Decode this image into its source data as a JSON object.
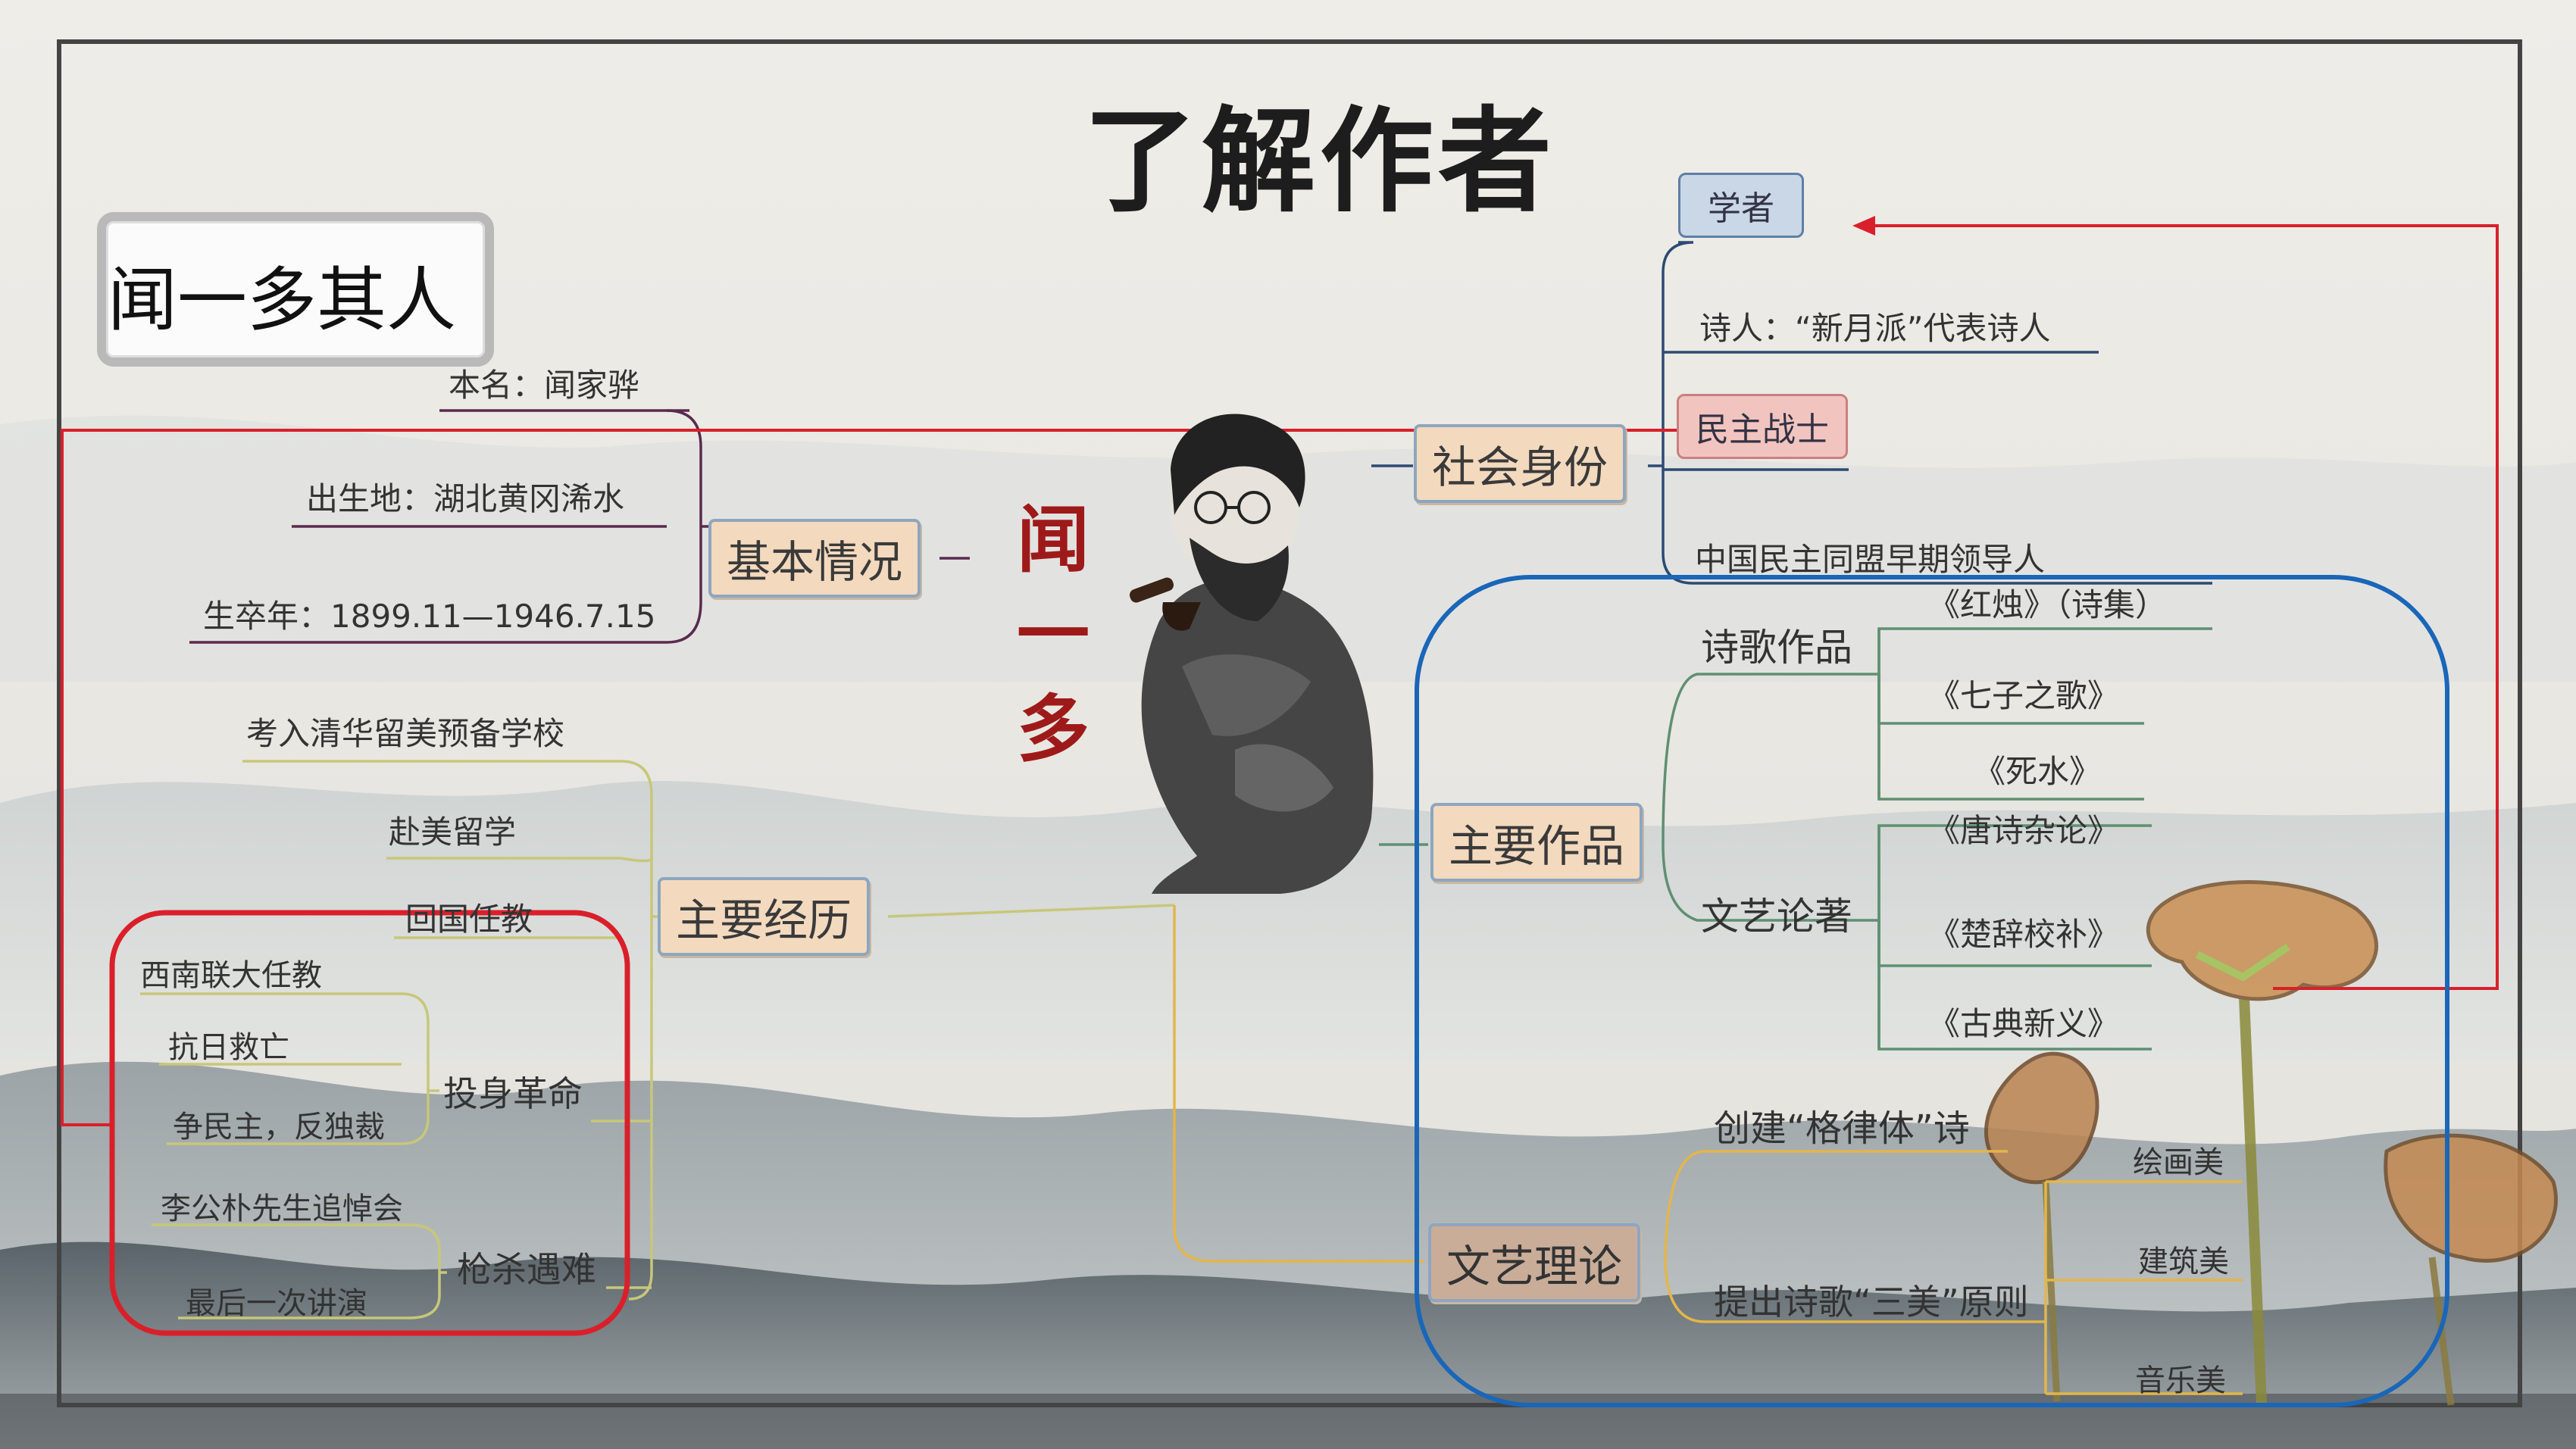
{
  "page": {
    "title": "了解作者"
  },
  "subject": {
    "title": "闻一多其人",
    "portrait_name": "闻一多"
  },
  "colors": {
    "red": "#d9202a",
    "blue": "#1a66b8",
    "node_fill": "#f3d9be",
    "node_border": "#8ea6bf",
    "title_red": "#9e1a1a"
  },
  "branches": {
    "basic": {
      "label": "基本情况",
      "items": [
        "本名：闻家骅",
        "出生地：湖北黄冈浠水",
        "生卒年：1899.11—1946.7.15"
      ]
    },
    "experience": {
      "label": "主要经历",
      "items": [
        "考入清华留美预备学校",
        "赴美留学",
        "回国任教"
      ],
      "revolution": {
        "label": "投身革命",
        "items": [
          "西南联大任教",
          "抗日救亡",
          "争民主，反独裁"
        ]
      },
      "assassination": {
        "label": "枪杀遇难",
        "items": [
          "李公朴先生追悼会",
          "最后一次讲演"
        ]
      }
    },
    "identity": {
      "label": "社会身份",
      "items": [
        "学者",
        "诗人：“新月派”代表诗人",
        "民主战士",
        "中国民主同盟早期领导人"
      ]
    },
    "works": {
      "label": "主要作品",
      "poetry": {
        "label": "诗歌作品",
        "items": [
          "《红烛》（诗集）",
          "《七子之歌》",
          "《死水》"
        ]
      },
      "essays": {
        "label": "文艺论著",
        "items": [
          "《唐诗杂论》",
          "《楚辞校补》",
          "《古典新义》"
        ]
      }
    },
    "theory": {
      "label": "文艺理论",
      "items": [
        "创建“格律体”诗",
        "提出诗歌“三美”原则"
      ],
      "three_beauties": [
        "绘画美",
        "建筑美",
        "音乐美"
      ]
    }
  }
}
